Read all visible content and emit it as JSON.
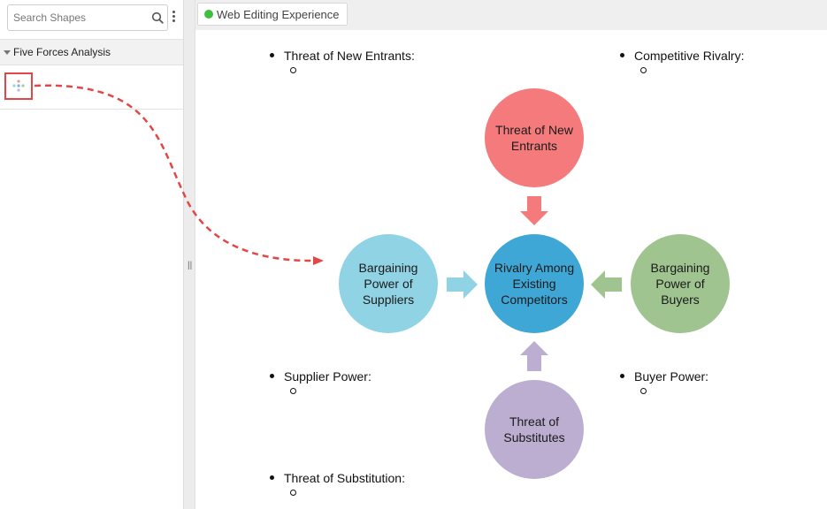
{
  "sidebar": {
    "search": {
      "placeholder": "Search Shapes",
      "value": ""
    },
    "category": {
      "label": "Five Forces Analysis"
    }
  },
  "tab": {
    "label": "Web Editing Experience",
    "status_color": "#3fbf3f"
  },
  "splitter": {
    "grip": "||"
  },
  "canvas": {
    "bullets": {
      "new_entrants": "Threat of New Entrants:",
      "competitive_rivalry": "Competitive Rivalry:",
      "supplier_power": "Supplier Power:",
      "buyer_power": "Buyer Power:",
      "substitution": "Threat of Substitution:"
    },
    "circles": {
      "top": {
        "label": "Threat of New\nEntrants",
        "color": "#f47a7c"
      },
      "left": {
        "label": "Bargaining\nPower of\nSuppliers",
        "color": "#8fd3e4"
      },
      "center": {
        "label": "Rivalry Among\nExisting\nCompetitors",
        "color": "#3ea7d6"
      },
      "right": {
        "label": "Bargaining\nPower of\nBuyers",
        "color": "#9fc48f"
      },
      "bottom": {
        "label": "Threat of\nSubstitutes",
        "color": "#bbaed0"
      }
    },
    "arrow_colors": {
      "top": "#f47a7c",
      "left": "#8fd3e4",
      "right": "#9fc48f",
      "bottom": "#bbaed0"
    },
    "drag_path_color": "#e04848"
  }
}
